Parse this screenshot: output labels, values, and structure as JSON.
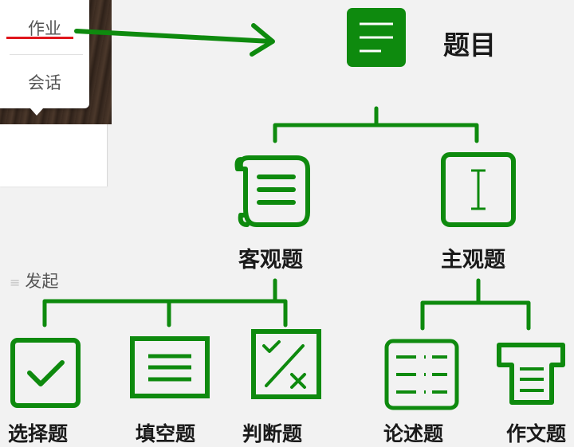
{
  "app_popup": {
    "menu_items": [
      {
        "label": "作业",
        "highlighted": true
      },
      {
        "label": "会话",
        "highlighted": false
      }
    ],
    "launch_label": "发起",
    "launch_icon": "list-lines-icon"
  },
  "diagram": {
    "root": {
      "label": "题目",
      "icon": "document-lines-icon"
    },
    "categories": [
      {
        "label": "客观题",
        "icon": "scroll-icon",
        "children": [
          {
            "label": "选择题",
            "icon": "checkbox-icon"
          },
          {
            "label": "填空题",
            "icon": "fill-blank-icon"
          },
          {
            "label": "判断题",
            "icon": "true-false-icon"
          }
        ]
      },
      {
        "label": "主观题",
        "icon": "text-cursor-icon",
        "children": [
          {
            "label": "论述题",
            "icon": "essay-lines-icon"
          },
          {
            "label": "作文题",
            "icon": "composition-icon"
          }
        ]
      }
    ]
  },
  "colors": {
    "green": "#0e8a0e",
    "red": "#e0161c",
    "label": "#1a1a1a"
  }
}
